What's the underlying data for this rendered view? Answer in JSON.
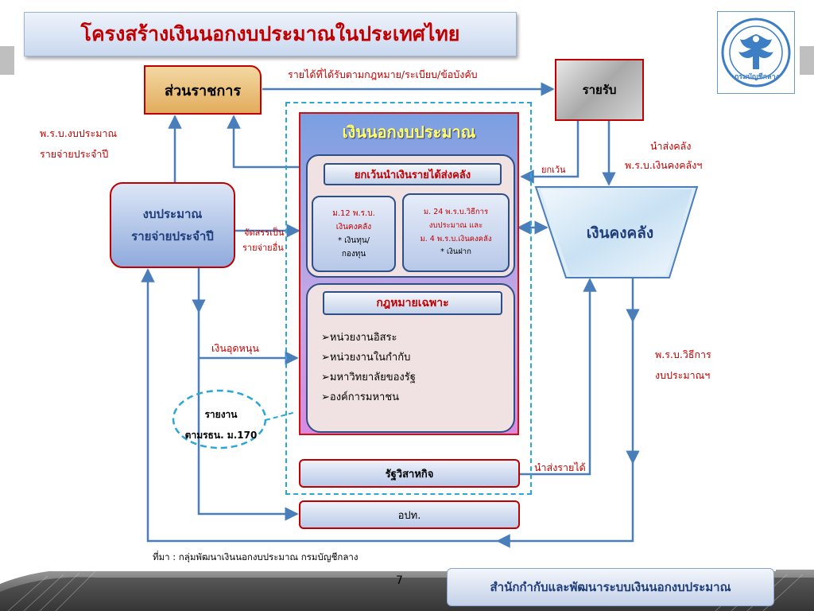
{
  "title": "โครงสร้างเงินนอกงบประมาณในประเทศไทย",
  "logo": {
    "text": "กรมบัญชีกลาง",
    "icon": "garuda-seal-icon"
  },
  "nodes": {
    "government": "ส่วนราชการ",
    "income": "รายรับ",
    "budget_line1": "งบประมาณ",
    "budget_line2": "รายจ่ายประจำปี",
    "off_budget": "เงินนอกงบประมาณ",
    "except_label": "ยกเว้นนำเงินรายได้ส่งคลัง",
    "m12": [
      "ม.12 พ.ร.บ.",
      "เงินคงคลัง",
      "* เงินทุน/",
      "กองทุน"
    ],
    "m24": [
      "ม. 24 พ.ร.บ.วิธีการ",
      "งบประมาณ และ",
      "ม. 4 พ.ร.บ.เงินคงคลัง",
      "* เงินฝาก"
    ],
    "special_law": "กฎหมายเฉพาะ",
    "agencies": [
      "หน่วยงานอิสระ",
      "หน่วยงานในกำกับ",
      "มหาวิทยาลัยของรัฐ",
      "องค์การมหาชน"
    ],
    "treasury": "เงินคงคลัง",
    "state_enterprise": "รัฐวิสาหกิจ",
    "local_gov": "อปท."
  },
  "labels": {
    "legal_income": "รายได้ที่ได้รับตามกฎหมาย/ระเบียบ/ข้อบังคับ",
    "budget_act_1": "พ.ร.บ.งบประมาณ",
    "budget_act_2": "รายจ่ายประจำปี",
    "remit_1": "นำส่งคลัง",
    "remit_2": "พ.ร.บ.เงินคงคลังฯ",
    "exempt": "ยกเว้น",
    "allocate_1": "จัดสรรเป็น",
    "allocate_2": "รายจ่ายอื่น",
    "subsidy": "เงินอุดหนุน",
    "procedure_1": "พ.ร.บ.วิธีการ",
    "procedure_2": "งบประมาณฯ",
    "report_1": "รายงาน",
    "report_2": "ตามรธน. ม.170",
    "remit_income": "นำส่งรายได้"
  },
  "footer": {
    "source": "ที่มา : กลุ่มพัฒนาเงินนอกงบประมาณ กรมบัญชีกลาง",
    "page": "7",
    "office": "สำนักกำกับและพัฒนาระบบเงินนอกงบประมาณ"
  },
  "colors": {
    "arrow": "#4a7ebb",
    "accent": "#c00000",
    "dashed": "#2aa7d6"
  }
}
